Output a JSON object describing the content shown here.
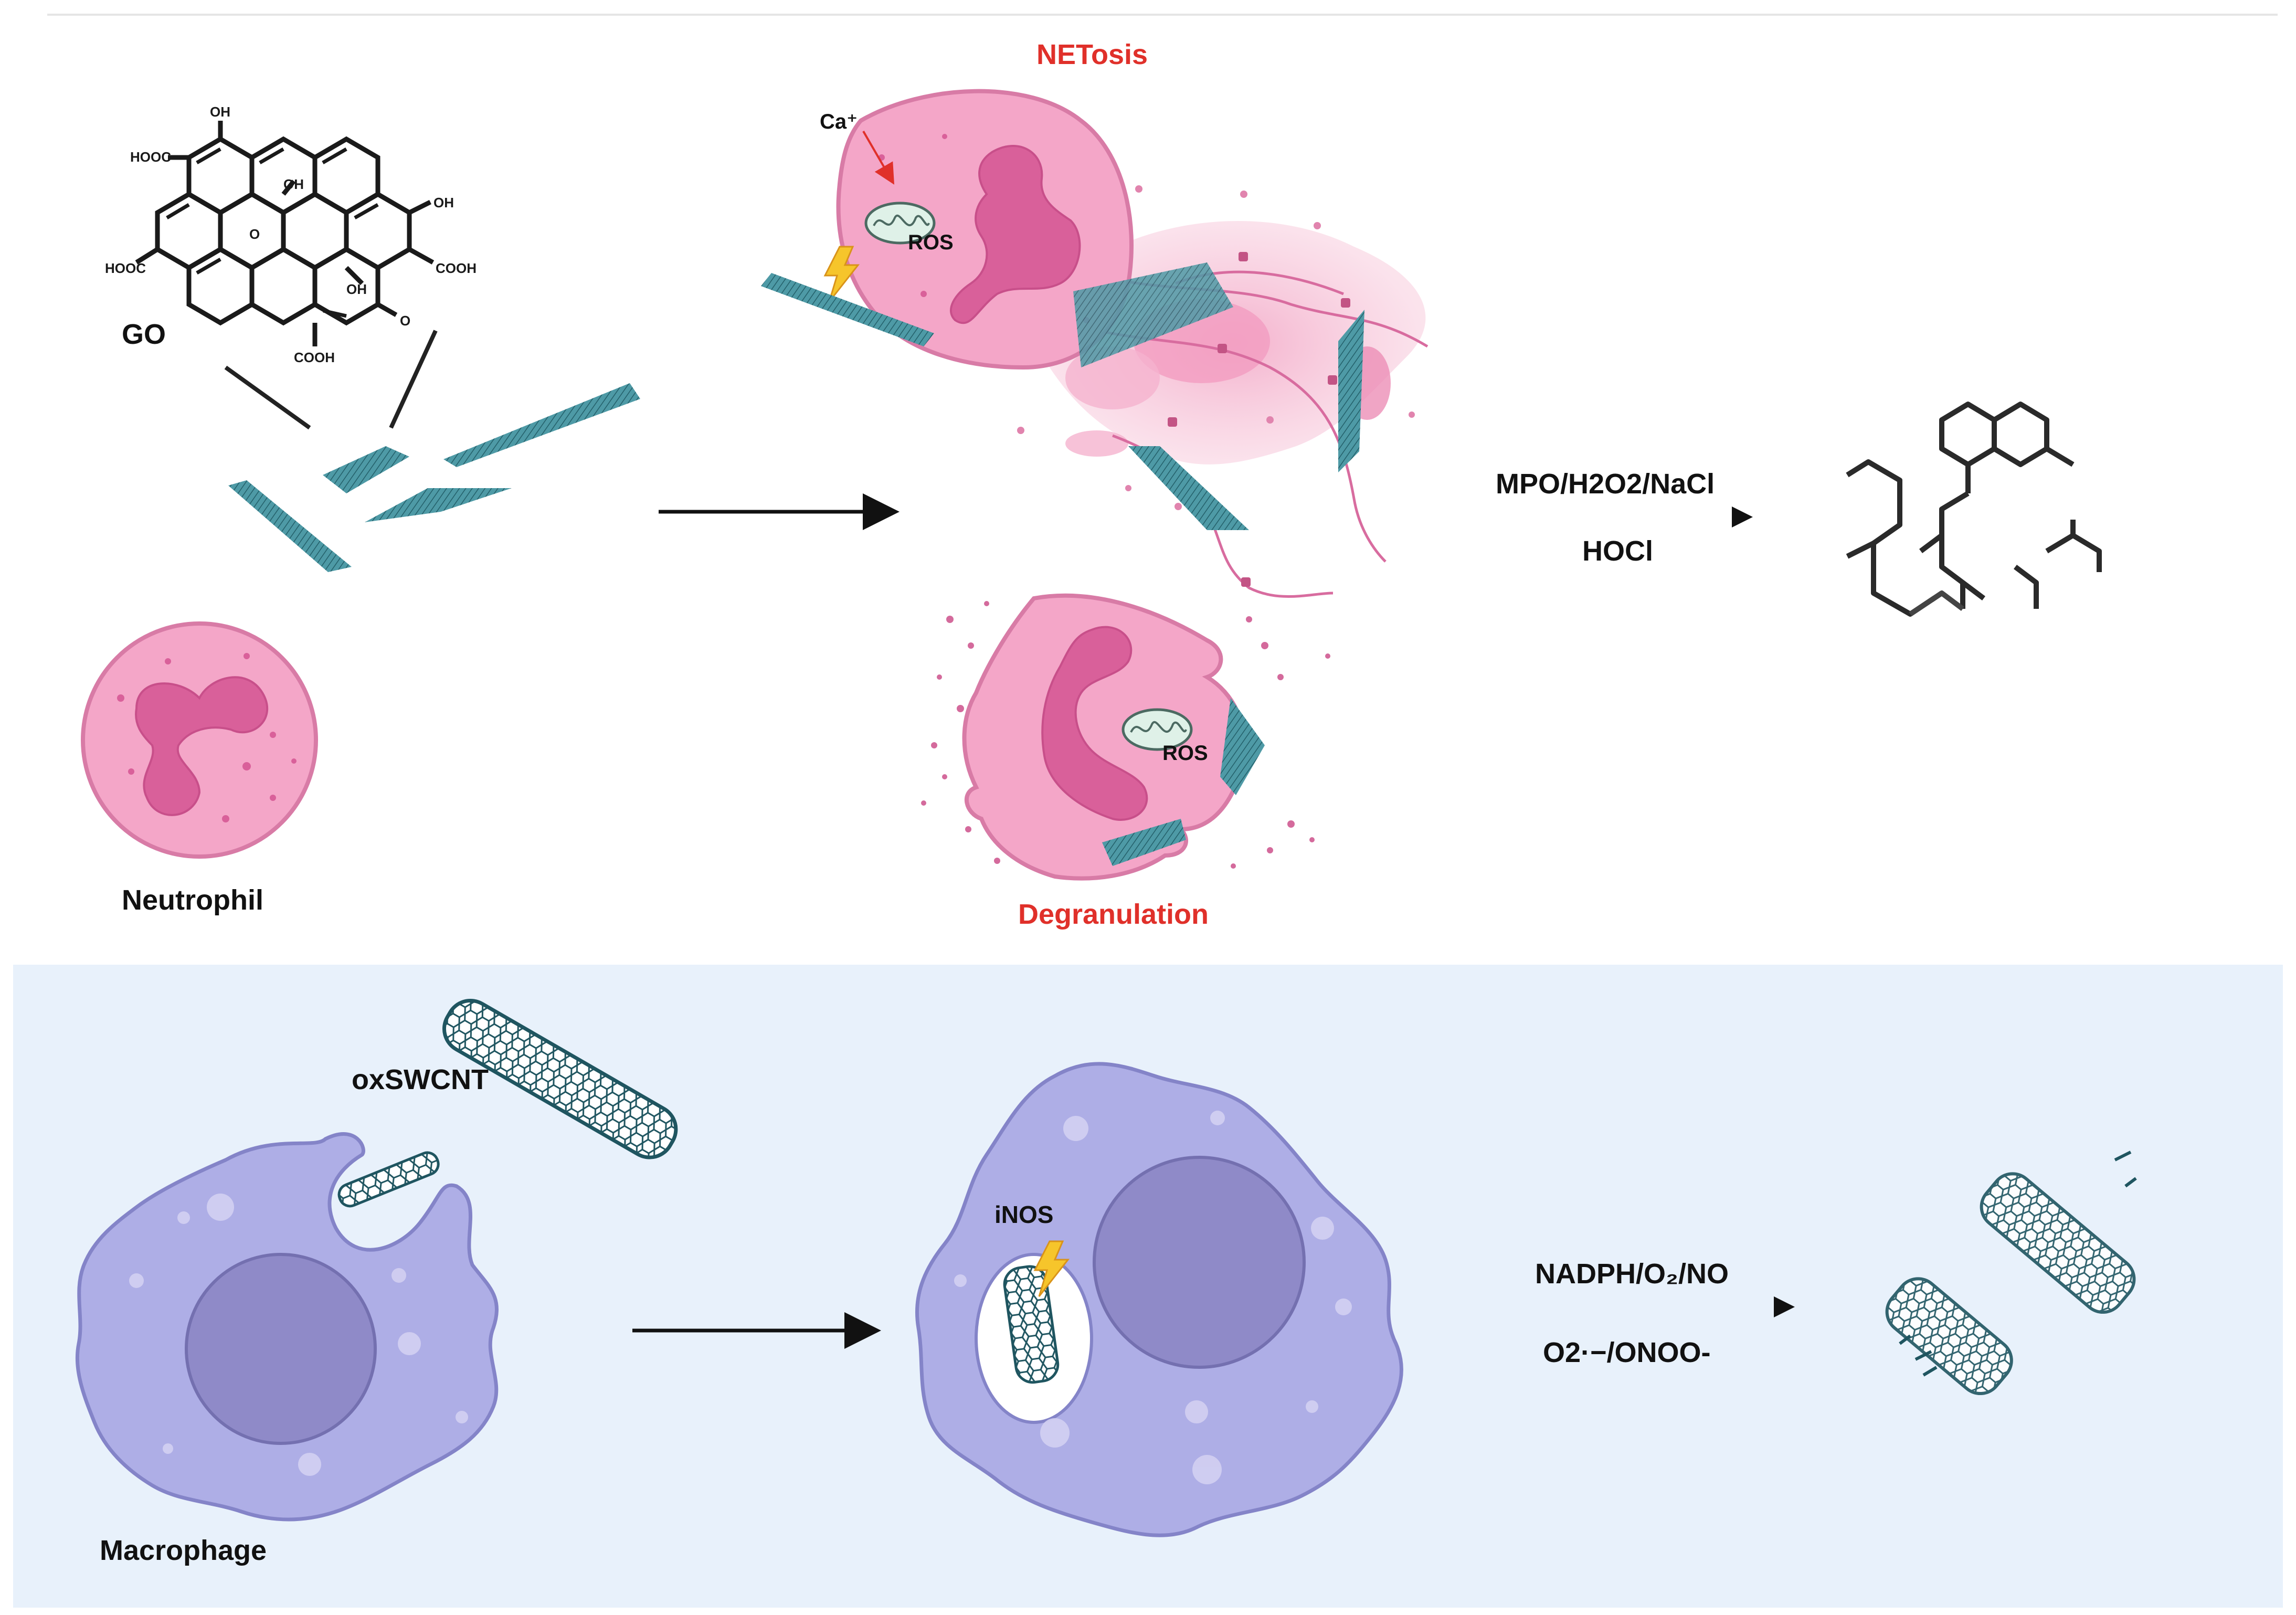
{
  "top_panel": {
    "go_label": "GO",
    "neutrophil_label": "Neutrophil",
    "netosis_label": "NETosis",
    "degranulation_label": "Degranulation",
    "ca_label": "Ca⁺",
    "ros_label_netosis": "ROS",
    "ros_label_degranulation": "ROS",
    "reaction_top": "MPO/H2O2/NaCl",
    "reaction_bottom": "HOCl"
  },
  "go_structure": {
    "hooc_top": "HOOC",
    "oh_top": "OH",
    "oh_inner": "OH",
    "oh_right": "OH",
    "epoxide_o": "O",
    "hooc_left": "HOOC",
    "cooh_right": "COOH",
    "oh_lower": "OH",
    "ketone_o": "O",
    "cooh_bottom": "COOH"
  },
  "bottom_panel": {
    "oxswcnt_label": "oxSWCNT",
    "macrophage_label": "Macrophage",
    "inos_label": "iNOS",
    "reaction_top": "NADPH/O₂/NO",
    "reaction_bottom": "O2·−/ONOO-"
  },
  "colors": {
    "alert_red": "#e0302a",
    "panel_bg": "#e8f1fb",
    "neutrophil_pink": "#f4a6c8",
    "nucleus_pink": "#d9609a",
    "macrophage_purple": "#aeaee6",
    "macrophage_nucleus": "#8f8ac8",
    "graphene_teal": "#2f7f8c",
    "nanotube_teal": "#1f5560"
  }
}
